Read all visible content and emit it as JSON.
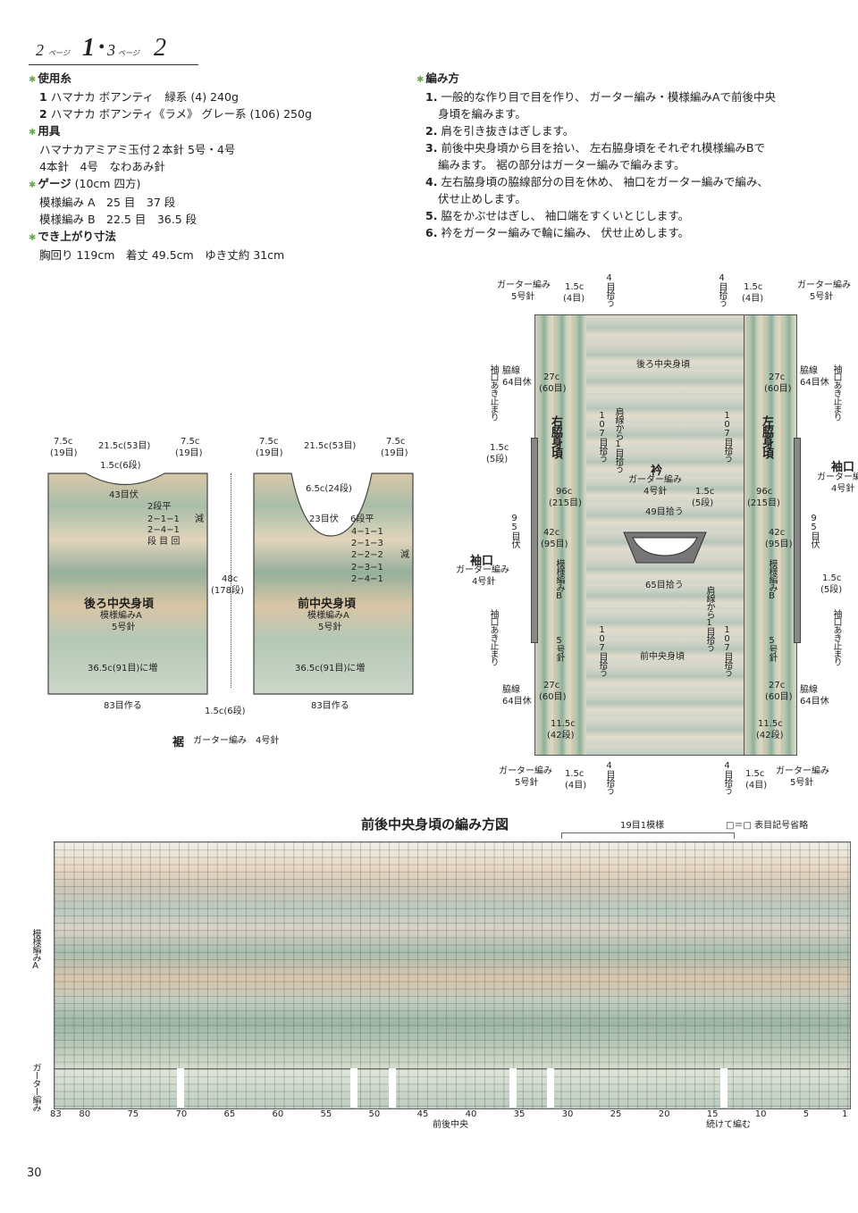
{
  "header": {
    "p1": "2",
    "p1_suffix": "ページ",
    "p2": "1",
    "dot": "•",
    "p3": "3",
    "p3_suffix": "ページ",
    "p4": "2"
  },
  "materials": {
    "title": "使用糸",
    "items": [
      {
        "num": "1",
        "text": "ハマナカ ボアンティ　緑系 (4) 240g"
      },
      {
        "num": "2",
        "text": "ハマナカ ボアンティ《ラメ》 グレー系 (106) 250g"
      }
    ]
  },
  "tools": {
    "title": "用具",
    "lines": [
      "ハマナカアミアミ玉付２本針 5号・4号",
      "4本針　4号　なわあみ針"
    ]
  },
  "gauge": {
    "title": "ゲージ",
    "title_note": "(10cm 四方)",
    "lines": [
      "模様編み A　25 目　37 段",
      "模様編み B　22.5 目　36.5 段"
    ]
  },
  "size": {
    "title": "でき上がり寸法",
    "line": "胸回り 119cm　着丈 49.5cm　ゆき丈約 31cm"
  },
  "method": {
    "title": "編み方",
    "steps": [
      {
        "num": "1.",
        "lines": [
          "一般的な作り目で目を作り、 ガーター編み・模様編みAで前後中央",
          "身頃を編みます。"
        ]
      },
      {
        "num": "2.",
        "lines": [
          "肩を引き抜きはぎします。"
        ]
      },
      {
        "num": "3.",
        "lines": [
          "前後中央身頃から目を拾い、 左右脇身頃をそれぞれ模様編みBで",
          "編みます。 裾の部分はガーター編みで編みます。"
        ]
      },
      {
        "num": "4.",
        "lines": [
          "左右脇身頃の脇線部分の目を休め、 袖口をガーター編みで編み、",
          "伏せ止めします。"
        ]
      },
      {
        "num": "5.",
        "lines": [
          "脇をかぶせはぎし、 袖口端をすくいとじします。"
        ]
      },
      {
        "num": "6.",
        "lines": [
          "衿をガーター編みで輪に編み、 伏せ止めします。"
        ]
      }
    ]
  },
  "back": {
    "top": [
      "7.5c",
      "(19目)",
      "21.5c(53目)",
      "7.5c",
      "(19目)"
    ],
    "neck": "1.5c(6段)",
    "bind": "43目伏",
    "dec": [
      "2段平",
      "2−1−1",
      "2−4−1",
      "段 目 回"
    ],
    "dec_label": "減",
    "title": "後ろ中央身頃",
    "pattern": "模様編みA",
    "needle": "5号針",
    "inc": "36.5c(91目)に増",
    "cast": "83目作る"
  },
  "front": {
    "top": [
      "7.5c",
      "(19目)",
      "21.5c(53目)",
      "7.5c",
      "(19目)"
    ],
    "neck": "6.5c(24段)",
    "bind": "23目伏",
    "flat": "6段平",
    "dec": [
      "4−1−1",
      "2−1−3",
      "2−2−2",
      "2−3−1",
      "2−4−1"
    ],
    "dec_label": "減",
    "title": "前中央身頃",
    "pattern": "模様編みA",
    "needle": "5号針",
    "inc": "36.5c(91目)に増",
    "cast": "83目作る"
  },
  "mid": {
    "length": "48c",
    "rows": "(178段)",
    "hem_rows": "1.5c(6段)",
    "hem": "裾",
    "hem_note": "ガーター編み　4号針"
  },
  "diagram": {
    "garter_top_l": [
      "ガーター編み",
      "5号針"
    ],
    "w_top_l": [
      "1.5c",
      "(4目)"
    ],
    "pick4": "4目拾う",
    "back_center": "後ろ中央身頃",
    "front_center": "前中央身頃",
    "right_side": "右脇身頃",
    "left_side": "左脇身頃",
    "collar": "衿",
    "collar_note": [
      "ガーター編み",
      "4号針"
    ],
    "collar_rows": [
      "1.5c",
      "(5段)"
    ],
    "pick49": "49目拾う",
    "pick65": "65目拾う",
    "shoulder_pick": "肩線から1目拾う",
    "pick107": "107目拾う",
    "side64": [
      "脇線",
      "64目休"
    ],
    "len27": [
      "27c",
      "(60目)"
    ],
    "len96": [
      "96c",
      "(215目)"
    ],
    "len42": [
      "42c",
      "(95目)"
    ],
    "pattern_b": "模様編みB",
    "needle5": "5号針",
    "len115": [
      "11.5c",
      "(42段)"
    ],
    "sleeve": "袖口",
    "sleeve_note": [
      "ガーター編み",
      "4号針"
    ],
    "sleeve_rows": [
      "1.5c",
      "(5段)"
    ],
    "sleeve_stop": "袖口あき止まり",
    "bind95": "95目伏"
  },
  "chart": {
    "title": "前後中央身頃の編み方図",
    "repeat": "19目1模様",
    "legend": "□＝□ 表目記号省略",
    "left_labels": [
      "模様編みA",
      "ガーター編み"
    ],
    "xticks": [
      "83",
      "80",
      "75",
      "70",
      "65",
      "60",
      "55",
      "50",
      "45",
      "40",
      "35",
      "30",
      "25",
      "20",
      "15",
      "10",
      "5",
      "1"
    ],
    "center": "前後中央",
    "continue": "続けて編む"
  },
  "page_number": "30"
}
